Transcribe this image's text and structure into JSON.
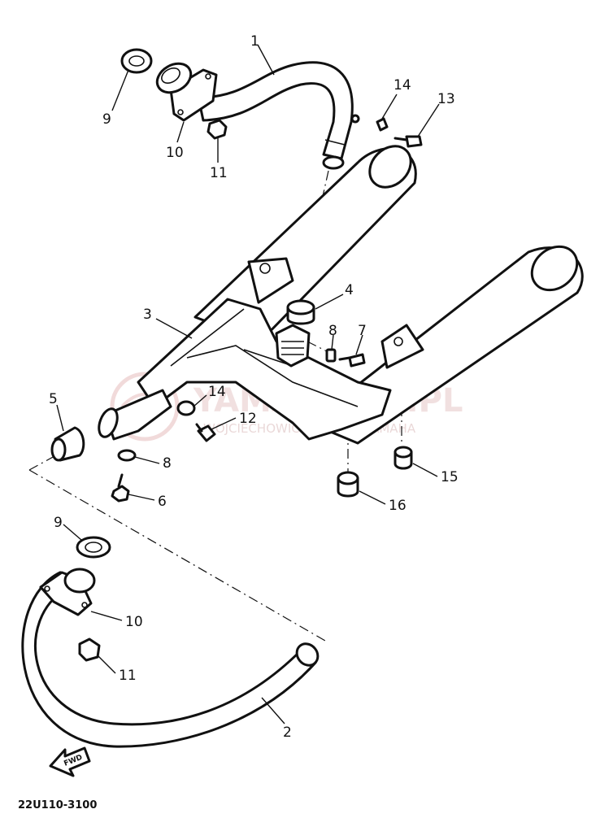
{
  "diagram_code": "22U110-3100",
  "watermark": {
    "logo_text": "YAMASKLEP.PL",
    "dealer_text": "WOJCIECHOWICZ DEALER YAMAHA"
  },
  "fwd_text": "FWD",
  "callouts": [
    {
      "id": "c1",
      "text": "1"
    },
    {
      "id": "c2",
      "text": "2"
    },
    {
      "id": "c3",
      "text": "3"
    },
    {
      "id": "c4",
      "text": "4"
    },
    {
      "id": "c5",
      "text": "5"
    },
    {
      "id": "c6",
      "text": "6"
    },
    {
      "id": "c7",
      "text": "7"
    },
    {
      "id": "c8a",
      "text": "8"
    },
    {
      "id": "c8b",
      "text": "8"
    },
    {
      "id": "c9a",
      "text": "9"
    },
    {
      "id": "c9b",
      "text": "9"
    },
    {
      "id": "c10a",
      "text": "10"
    },
    {
      "id": "c10b",
      "text": "10"
    },
    {
      "id": "c11a",
      "text": "11"
    },
    {
      "id": "c11b",
      "text": "11"
    },
    {
      "id": "c12",
      "text": "12"
    },
    {
      "id": "c13",
      "text": "13"
    },
    {
      "id": "c14a",
      "text": "14"
    },
    {
      "id": "c14b",
      "text": "14"
    },
    {
      "id": "c15",
      "text": "15"
    },
    {
      "id": "c16",
      "text": "16"
    }
  ]
}
